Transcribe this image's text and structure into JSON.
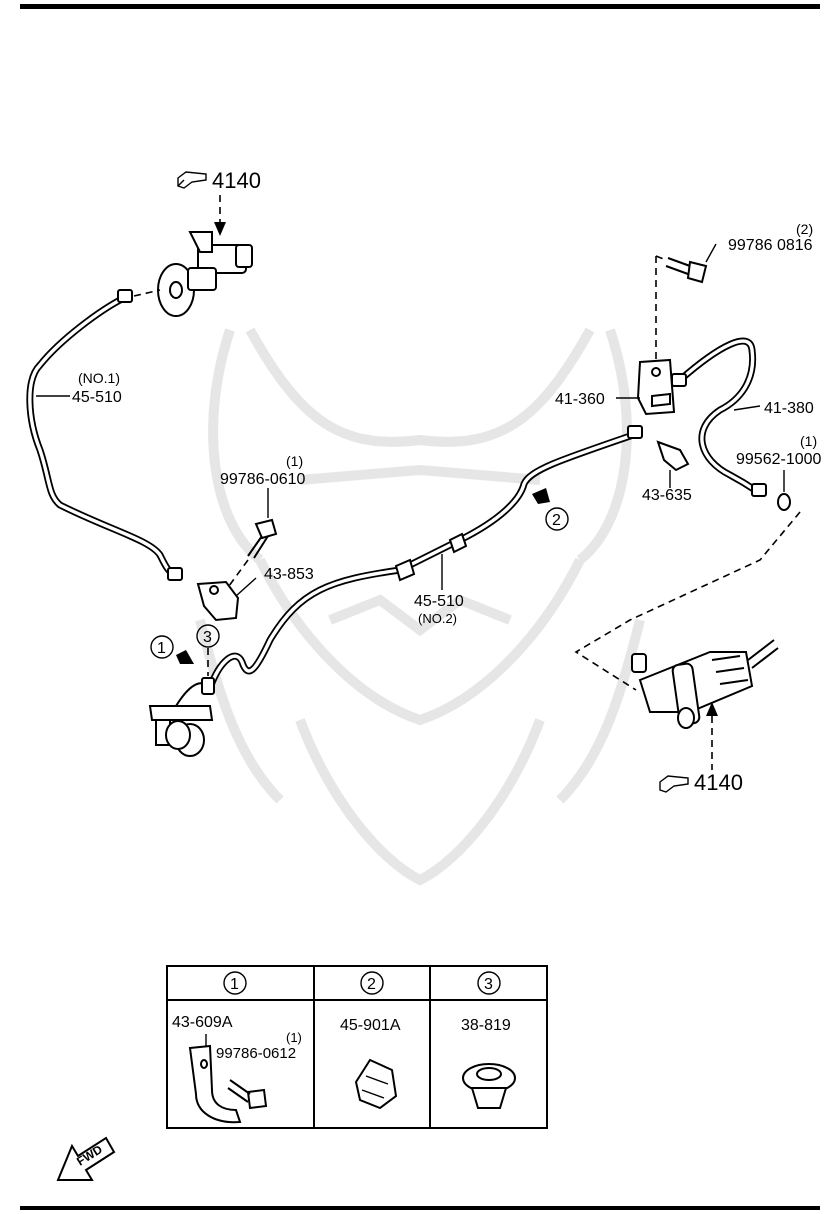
{
  "frame": {
    "rule_color": "#000000"
  },
  "references": {
    "master_ref": "4140",
    "slave_ref": "4140",
    "ref_icon": "pointing-hand-icon"
  },
  "parts": {
    "pipe_no1_note": "(NO.1)",
    "pipe_no1": "45-510",
    "bolt_top_left_qty": "(1)",
    "bolt_top_left": "99786-0610",
    "bracket_left": "43-853",
    "pipe_no2": "45-510",
    "pipe_no2_note": "(NO.2)",
    "bolt_top_right_qty": "(2)",
    "bolt_top_right": "99786 0816",
    "bracket_right": "41-360",
    "hose": "41-380",
    "washer_qty": "(1)",
    "washer": "99562-1000",
    "clip": "43-635"
  },
  "callouts": {
    "c1": "1",
    "c2": "2",
    "c3": "3"
  },
  "detail_table": {
    "headers": [
      "1",
      "2",
      "3"
    ],
    "col1_part": "43-609A",
    "col1_sub_qty": "(1)",
    "col1_sub_part": "99786-0612",
    "col2_part": "45-901A",
    "col3_part": "38-819"
  },
  "fwd": {
    "label": "FWD"
  }
}
